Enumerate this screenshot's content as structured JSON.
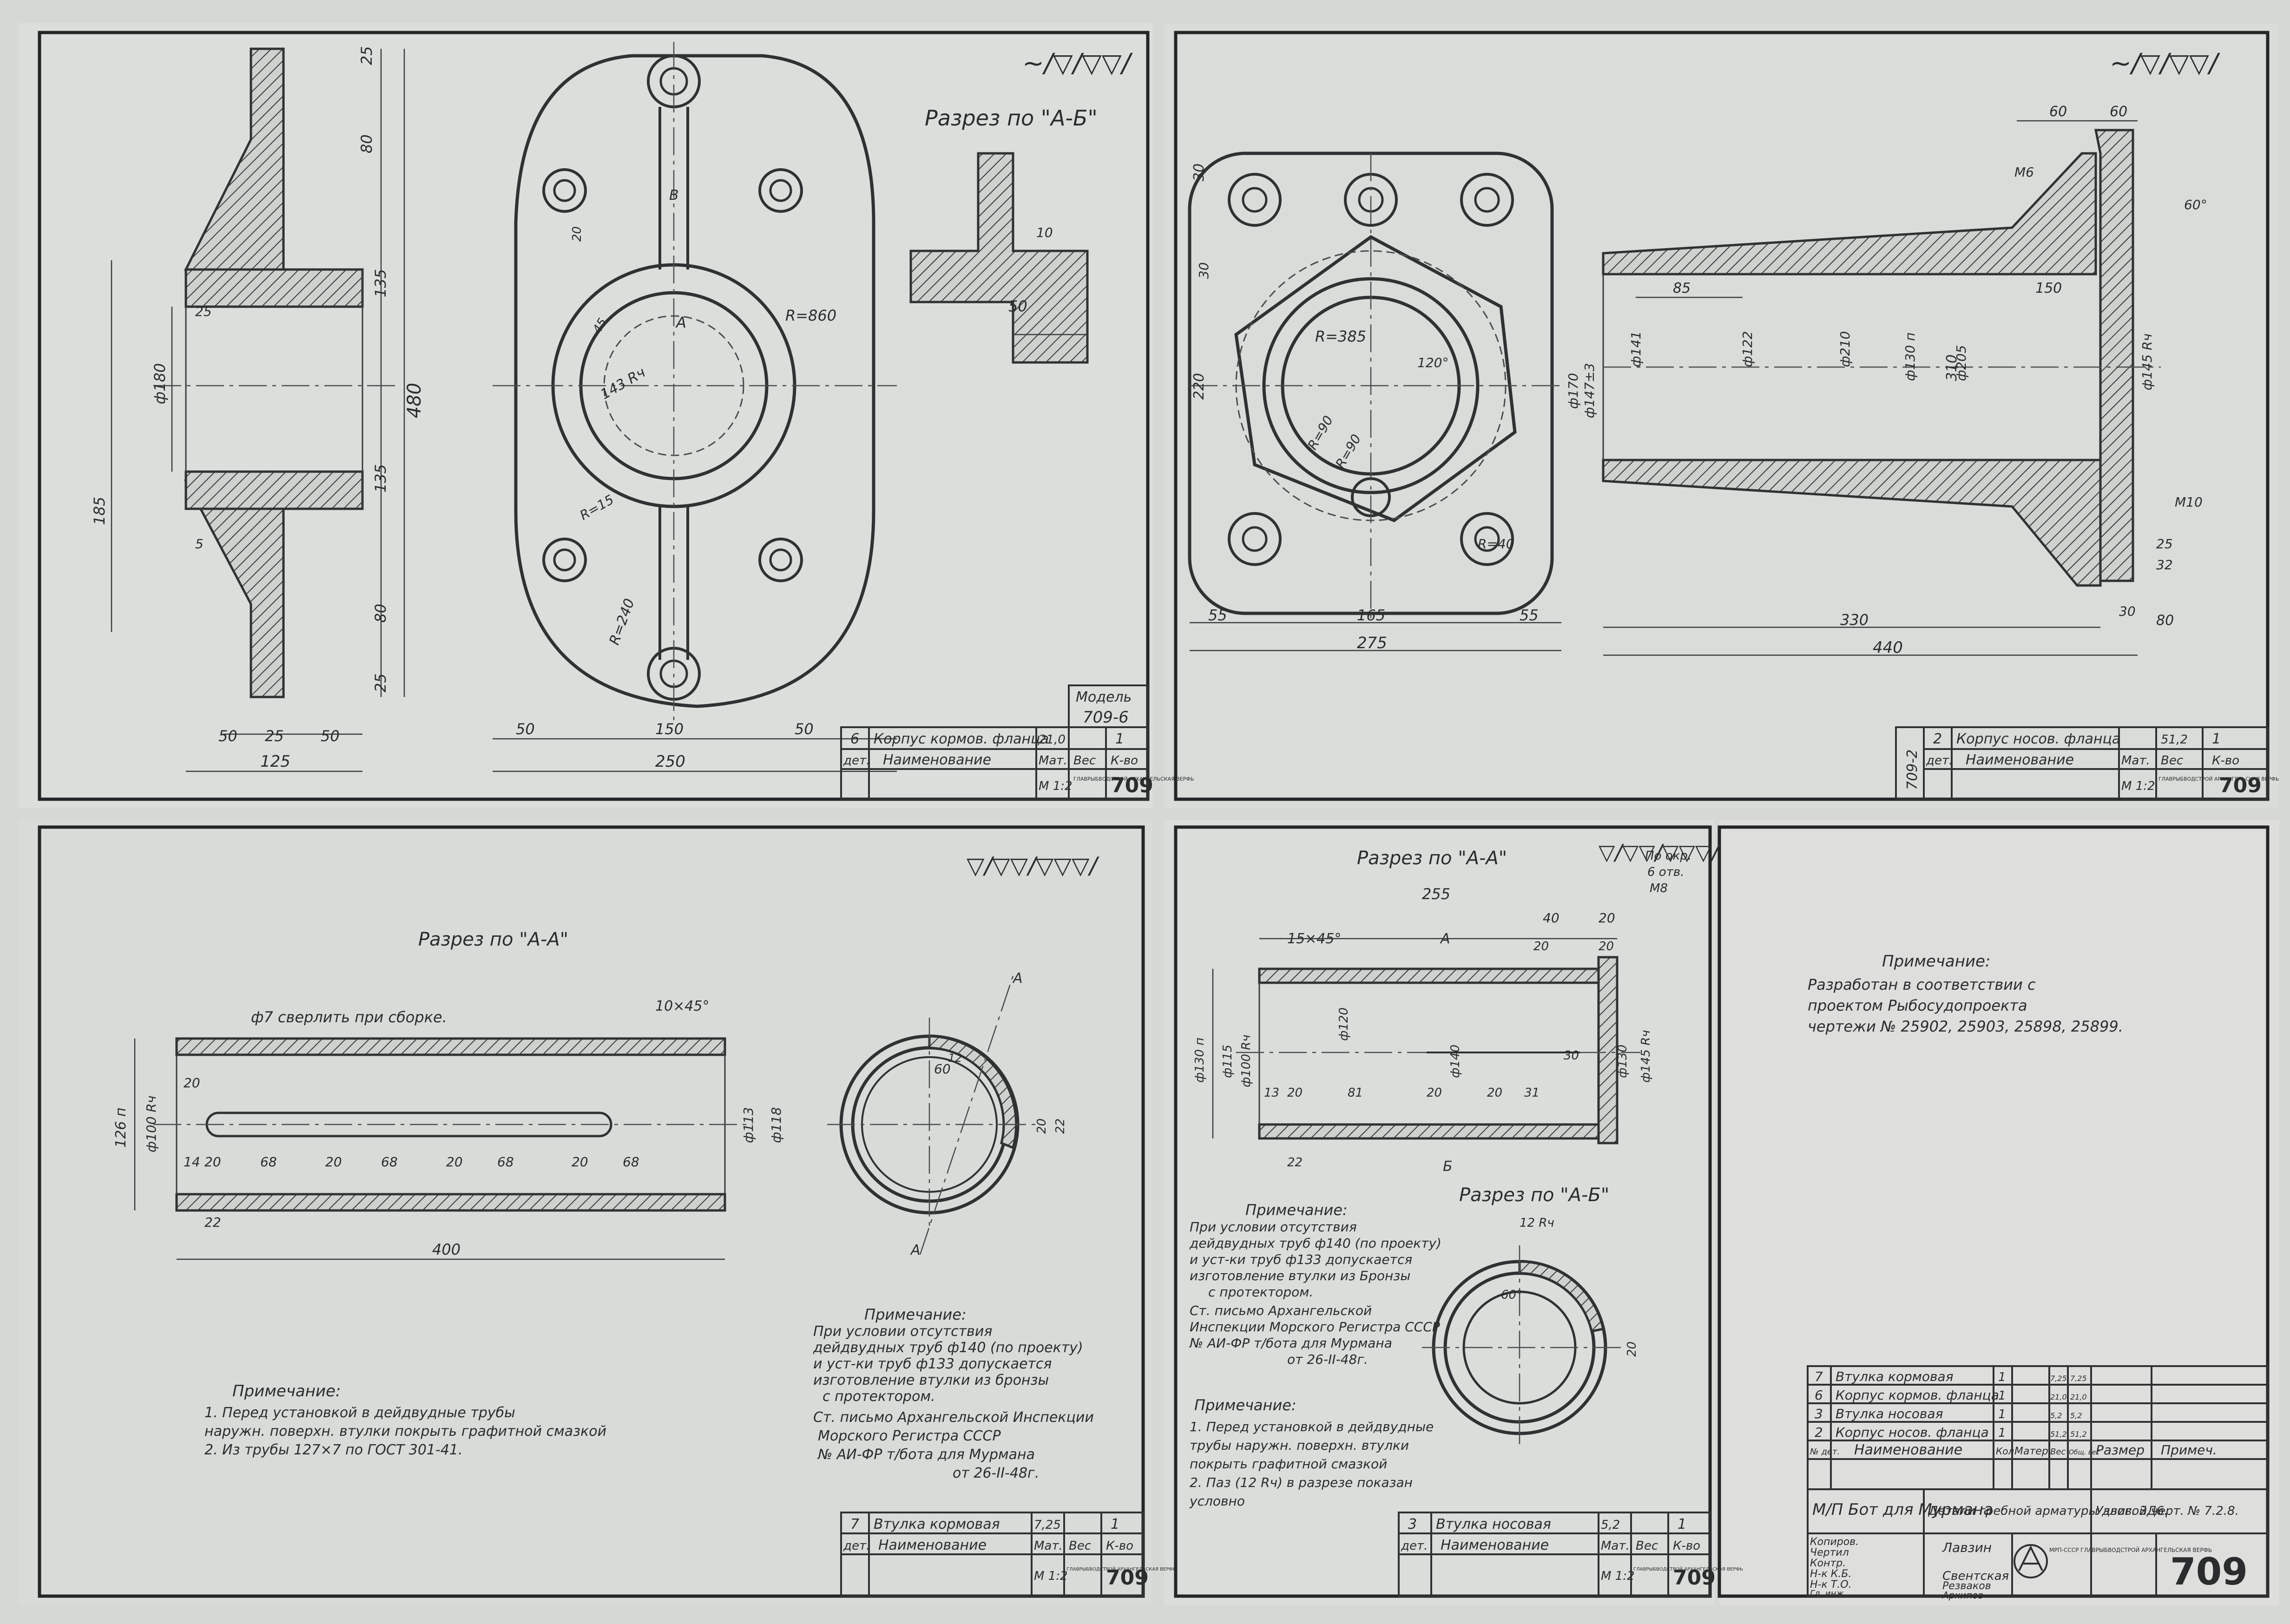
{
  "sheet1": {
    "section_label": "Разрез по \"А-Б\"",
    "roughness": "~/▽/▽▽/",
    "model_label": "Модель",
    "model_code": "709-6",
    "dims_left": [
      "25",
      "80",
      "135",
      "480",
      "135",
      "80",
      "25",
      "185",
      "ф180",
      "25",
      "50",
      "25",
      "50",
      "125",
      "5"
    ],
    "dims_plan": [
      "R=860",
      "R=240",
      "R=15",
      "50",
      "150",
      "50",
      "250",
      "143 Rч",
      "20",
      "45",
      "B",
      "А"
    ],
    "dims_section": [
      "50",
      "10"
    ],
    "title": {
      "row1": [
        "6",
        "Корпус кормов. фланца",
        "21,0",
        "1"
      ],
      "row2": [
        "дет.",
        "Наименование",
        "Мат.",
        "Вес",
        "К-во"
      ],
      "scale": "М 1:2",
      "org": "ГЛАВРЫБВОДСТРОЙ АРХАНГЕЛЬСКАЯ ВЕРФЬ",
      "number": "709"
    }
  },
  "sheet2": {
    "roughness": "~/▽/▽▽/",
    "dims": [
      "R=385",
      "R=90",
      "R=90",
      "R=40",
      "30",
      "220",
      "55",
      "165",
      "55",
      "275",
      "ф170",
      "ф147±3",
      "120°",
      "85",
      "ф141",
      "ф122",
      "ф210",
      "ф130 п",
      "ф205",
      "310",
      "ф145 Rч",
      "60",
      "60",
      "М6",
      "150",
      "25",
      "32",
      "30",
      "80",
      "330",
      "440",
      "30",
      "60°",
      "М10"
    ],
    "side_label": "709-2",
    "title": {
      "row1": [
        "2",
        "Корпус носов. фланца",
        "51,2",
        "1"
      ],
      "row2": [
        "дет.",
        "Наименование",
        "Мат.",
        "Вес",
        "К-во"
      ],
      "scale": "М 1:2",
      "org": "ГЛАВРЫБВОДСТРОЙ АРХАНГЕЛЬСКАЯ ВЕРФЬ",
      "number": "709"
    }
  },
  "sheet3": {
    "roughness": "▽/▽▽/▽▽▽/",
    "section_label": "Разрез по \"А-А\"",
    "note_drill": "ф7 сверлить при сборке.",
    "chamfer": "10×45°",
    "dims": [
      "126 п",
      "ф100 Rч",
      "20",
      "14",
      "20",
      "68",
      "20",
      "68",
      "20",
      "68",
      "20",
      "68",
      "22",
      "400",
      "ф113",
      "ф118",
      "60",
      "А",
      "А",
      "20",
      "22",
      "12"
    ],
    "note_right": {
      "title": "Примечание:",
      "lines": [
        "При условии отсутствия",
        "дейдвудных труб ф140 (по проекту)",
        "и уст-ки труб ф133 допускается",
        "изготовление втулки из бронзы",
        "с протектором.",
        "Ст. письмо Архангельской Инспекции",
        "Морского Регистра СССР",
        "№ АИ-ФР т/бота для Мурмана",
        "от 26-II-48г."
      ]
    },
    "note_left": {
      "title": "Примечание:",
      "lines": [
        "1. Перед установкой в дейдвудные трубы",
        "наружн. поверхн. втулки покрыть графитной смазкой",
        "2. Из трубы 127×7 по ГОСТ 301-41."
      ]
    },
    "title": {
      "row1": [
        "7",
        "Втулка кормовая",
        "7,25",
        "1"
      ],
      "row2": [
        "дет.",
        "Наименование",
        "Мат.",
        "Вес",
        "К-во"
      ],
      "scale": "М 1:2",
      "org": "ГЛАВРЫБВОДСТРОЙ АРХАНГЕЛЬСКАЯ ВЕРФЬ",
      "number": "709"
    }
  },
  "sheet4": {
    "section_label": "Разрез по \"А-А\"",
    "section_label2": "Разрез по \"А-Б\"",
    "roughness": "▽/▽▽/▽▽▽/",
    "chamfer": "15×45°",
    "note_bore": [
      "По окр.",
      "6 отв.",
      "М8"
    ],
    "dims": [
      "255",
      "40",
      "20",
      "20",
      "20",
      "ф130 п",
      "ф115",
      "ф100 Rч",
      "ф120",
      "ф140",
      "ф130",
      "ф145 Rч",
      "13",
      "20",
      "81",
      "20",
      "20",
      "31",
      "22",
      "30",
      "Б",
      "А",
      "12 Rч",
      "60°",
      "20"
    ],
    "note_top": {
      "title": "Примечание:",
      "lines": [
        "При условии отсутствия",
        "дейдвудных труб ф140 (по проекту)",
        "и уст-ки труб ф133 допускается",
        "изготовление втулки из Бронзы",
        "с протектором.",
        "Ст. письмо Архангельской",
        "Инспекции Морского Регистра СССР",
        "№ АИ-ФР т/бота для Мурмана",
        "от 26-II-48г."
      ]
    },
    "note_bottom": {
      "title": "Примечание:",
      "lines": [
        "1. Перед установкой в дейдвудные",
        "трубы наружн. поверхн. втулки",
        "покрыть графитной смазкой",
        "2. Паз (12 Rч) в разрезе показан",
        "условно"
      ]
    },
    "title": {
      "row1": [
        "3",
        "Втулка носовая",
        "5,2",
        "1"
      ],
      "row2": [
        "дет.",
        "Наименование",
        "Мат.",
        "Вес",
        "К-во"
      ],
      "scale": "М 1:2",
      "org": "ГЛАВРЫБВОДСТРОЙ АРХАНГЕЛЬСКАЯ ВЕРФЬ",
      "number": "709"
    }
  },
  "sheet5": {
    "note": {
      "title": "Примечание:",
      "lines": [
        "Разработан в соответствии с",
        "проектом Рыбосудопроекта",
        "чертежи № 25902, 25903, 25898, 25899."
      ]
    },
    "parts": [
      [
        "7",
        "Втулка кормовая",
        "1",
        "",
        "7,25",
        "7,25"
      ],
      [
        "6",
        "Корпус кормов. фланца",
        "1",
        "",
        "21,0",
        "21,0"
      ],
      [
        "3",
        "Втулка носовая",
        "1",
        "",
        "5,2",
        "5,2"
      ],
      [
        "2",
        "Корпус носов. фланца",
        "1",
        "",
        "51,2",
        "51,2"
      ]
    ],
    "parts_header": [
      "№ дет.",
      "Наименование",
      "Кол.",
      "Матер.",
      "Вес",
      "Общ. вес",
      "Размер",
      "Примеч."
    ],
    "object": "М/П Бот для Мурмана",
    "subject": "Детали гребной арматуры двиг. 3Д6.",
    "drawing_type": "Узловой черт. № 7.2.8.",
    "roles": [
      "Копиров.",
      "Чертил",
      "Контр.",
      "Н-к К.Б.",
      "Н-к Т.О.",
      "Гл. инж."
    ],
    "names": [
      "Лавзин",
      "Свентская",
      "Резваков",
      "Архипов"
    ],
    "org": "МРП-СССР ГЛАВРЫБВОДСТРОЙ АРХАНГЕЛЬСКАЯ ВЕРФЬ",
    "number": "709"
  }
}
